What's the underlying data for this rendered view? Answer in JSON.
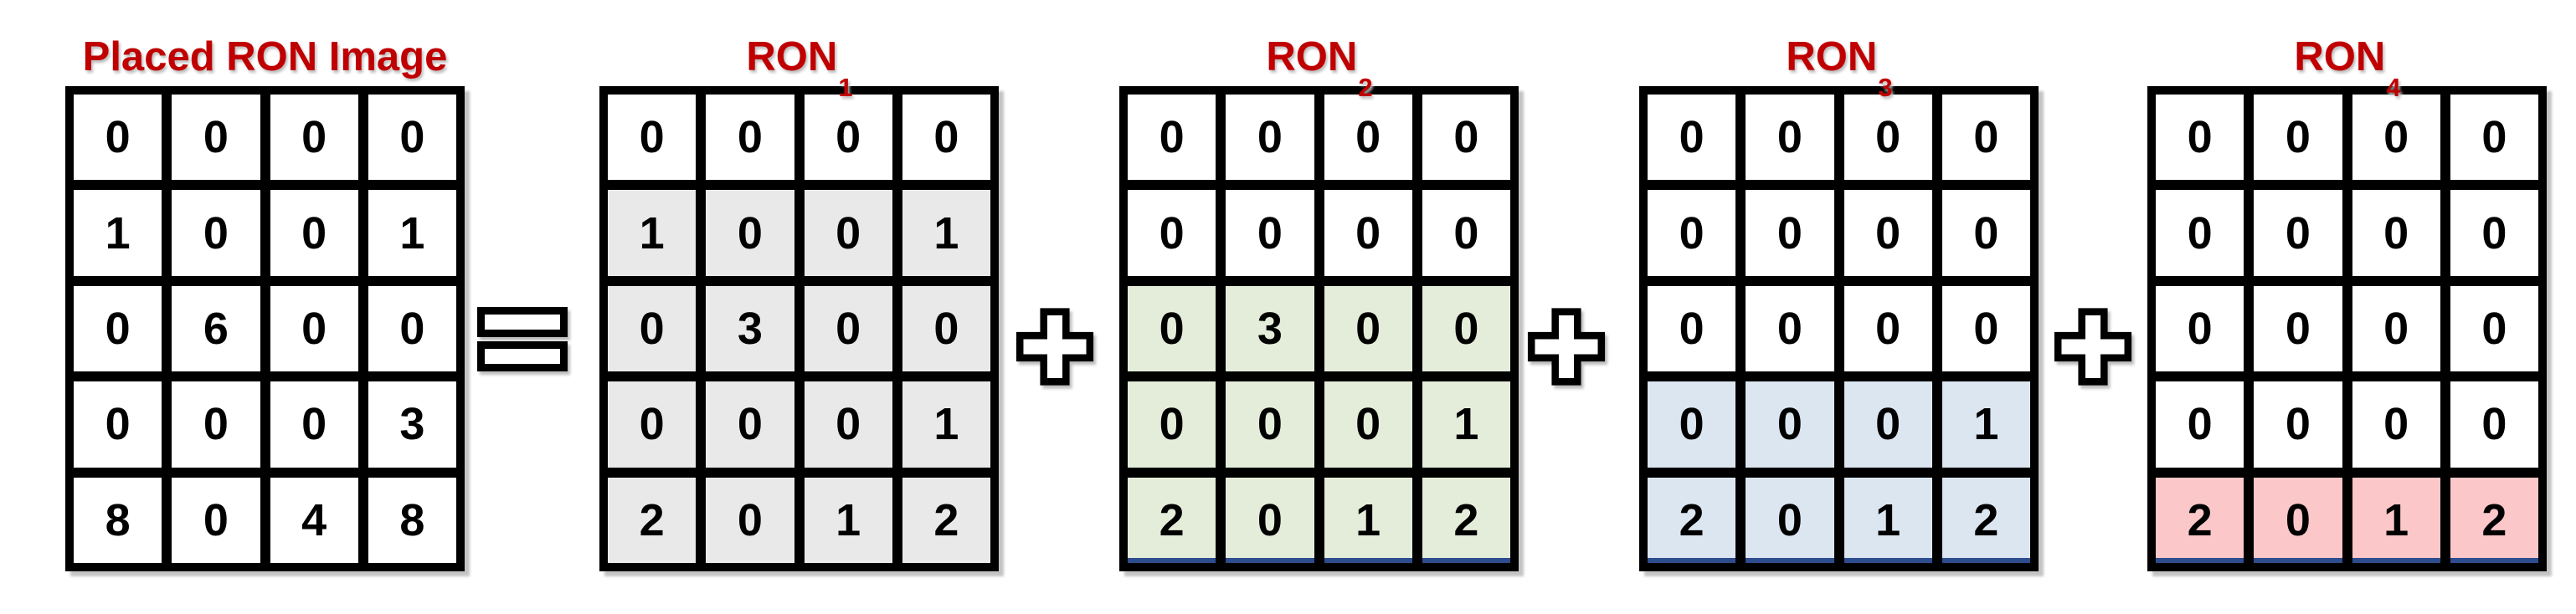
{
  "colors": {
    "title_red": "#c00000",
    "cell_white": "#ffffff",
    "cell_gray": "#e9e9e9",
    "cell_green": "#e4edda",
    "cell_blue": "#dce6f1",
    "cell_pink": "#fbc7c8",
    "accent_navy": "#2e4d8e",
    "grid_black": "#000000"
  },
  "matrices": [
    {
      "title": "Placed RON Image",
      "subscript": "",
      "rows": [
        [
          "0",
          "0",
          "0",
          "0"
        ],
        [
          "1",
          "0",
          "0",
          "1"
        ],
        [
          "0",
          "6",
          "0",
          "0"
        ],
        [
          "0",
          "0",
          "0",
          "3"
        ],
        [
          "8",
          "0",
          "4",
          "8"
        ]
      ],
      "row_fills": [
        "white",
        "white",
        "white",
        "white",
        "white"
      ],
      "bottom_accent": false
    },
    {
      "title": "RON",
      "subscript": "1",
      "rows": [
        [
          "0",
          "0",
          "0",
          "0"
        ],
        [
          "1",
          "0",
          "0",
          "1"
        ],
        [
          "0",
          "3",
          "0",
          "0"
        ],
        [
          "0",
          "0",
          "0",
          "1"
        ],
        [
          "2",
          "0",
          "1",
          "2"
        ]
      ],
      "row_fills": [
        "white",
        "gray",
        "gray",
        "gray",
        "gray"
      ],
      "bottom_accent": false
    },
    {
      "title": "RON",
      "subscript": "2",
      "rows": [
        [
          "0",
          "0",
          "0",
          "0"
        ],
        [
          "0",
          "0",
          "0",
          "0"
        ],
        [
          "0",
          "3",
          "0",
          "0"
        ],
        [
          "0",
          "0",
          "0",
          "1"
        ],
        [
          "2",
          "0",
          "1",
          "2"
        ]
      ],
      "row_fills": [
        "white",
        "white",
        "green",
        "green",
        "green"
      ],
      "bottom_accent": true
    },
    {
      "title": "RON",
      "subscript": "3",
      "rows": [
        [
          "0",
          "0",
          "0",
          "0"
        ],
        [
          "0",
          "0",
          "0",
          "0"
        ],
        [
          "0",
          "0",
          "0",
          "0"
        ],
        [
          "0",
          "0",
          "0",
          "1"
        ],
        [
          "2",
          "0",
          "1",
          "2"
        ]
      ],
      "row_fills": [
        "white",
        "white",
        "white",
        "blue",
        "blue"
      ],
      "bottom_accent": true
    },
    {
      "title": "RON",
      "subscript": "4",
      "rows": [
        [
          "0",
          "0",
          "0",
          "0"
        ],
        [
          "0",
          "0",
          "0",
          "0"
        ],
        [
          "0",
          "0",
          "0",
          "0"
        ],
        [
          "0",
          "0",
          "0",
          "0"
        ],
        [
          "2",
          "0",
          "1",
          "2"
        ]
      ],
      "row_fills": [
        "white",
        "white",
        "white",
        "white",
        "pink"
      ],
      "bottom_accent": true
    }
  ],
  "operators": [
    "equals",
    "plus",
    "plus",
    "plus"
  ]
}
